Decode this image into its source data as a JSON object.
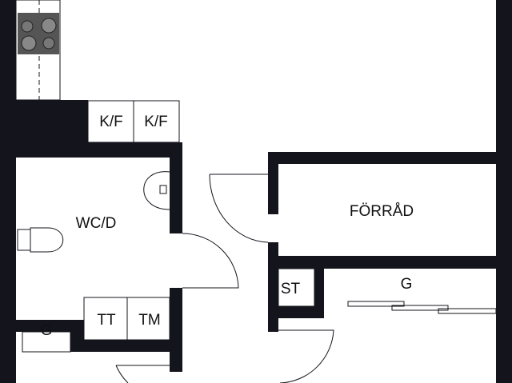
{
  "rooms": {
    "kf1": "K/F",
    "kf2": "K/F",
    "wc": "WC/D",
    "storage": "FÖRRÅD",
    "st": "ST",
    "g_closet_right": "G",
    "g_closet_left": "G",
    "tt": "TT",
    "tm": "TM"
  },
  "colors": {
    "wall": "#14141c",
    "stove": "#555555"
  }
}
